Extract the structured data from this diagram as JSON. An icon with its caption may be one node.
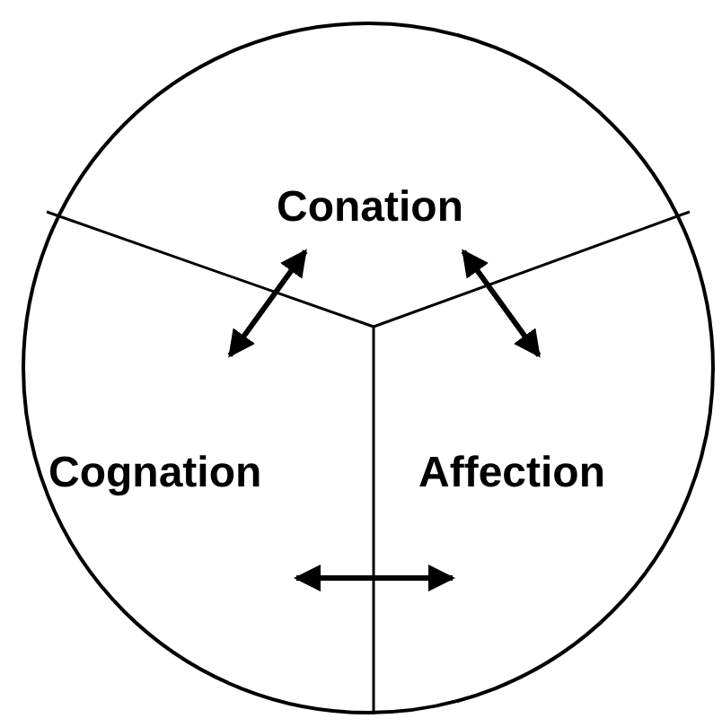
{
  "diagram": {
    "nodes": [
      {
        "text": [],
        "shape": "circle"
      },
      {
        "text": [
          "Conation"
        ],
        "in": 0
      },
      {
        "text": [
          "Cognation"
        ],
        "in": 0
      },
      {
        "text": [
          "Affection"
        ],
        "in": 0
      }
    ],
    "edges": [
      {
        "from": 1,
        "to": 2,
        "arrow": "both"
      },
      {
        "from": 1,
        "to": 3,
        "arrow": "both"
      },
      {
        "from": 2,
        "to": 3,
        "arrow": "both"
      }
    ]
  }
}
